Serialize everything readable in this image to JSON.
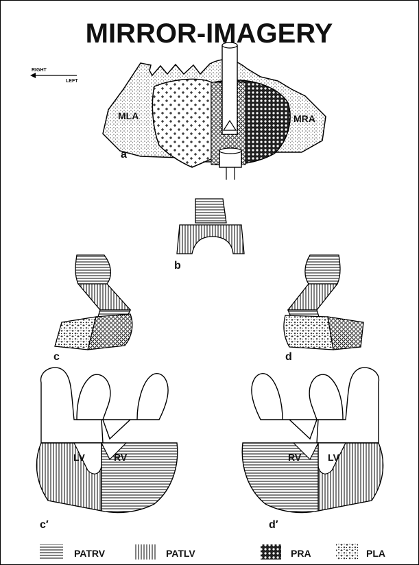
{
  "title": "MIRROR-IMAGERY",
  "orientation": {
    "right": "RIGHT",
    "left": "LEFT"
  },
  "panels": {
    "a": {
      "label": "a",
      "left_atrium": "MLA",
      "right_atrium": "MRA"
    },
    "b": {
      "label": "b"
    },
    "c": {
      "label": "c"
    },
    "d": {
      "label": "d"
    },
    "c_prime": {
      "label": "c′",
      "left": "LV",
      "right": "RV"
    },
    "d_prime": {
      "label": "d′",
      "left": "RV",
      "right": "LV"
    }
  },
  "legend": [
    {
      "pattern": "horizontal-hatch",
      "label": "PATRV"
    },
    {
      "pattern": "vertical-hatch",
      "label": "PATLV"
    },
    {
      "pattern": "circles",
      "label": "PRA"
    },
    {
      "pattern": "plus-speckle",
      "label": "PLA"
    }
  ]
}
